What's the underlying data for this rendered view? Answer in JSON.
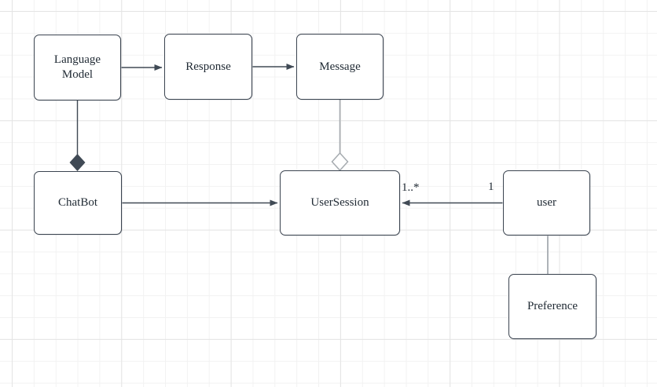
{
  "canvas": {
    "background_color": "#ffffff",
    "grid_minor_color": "#f2f2f2",
    "grid_major_color": "#e4e4e4"
  },
  "palette": {
    "node_border": "#3b4450",
    "node_fill": "#ffffff",
    "edge_dark": "#404a55",
    "edge_gray": "#a6abb0",
    "text": "#212b35"
  },
  "nodes": {
    "language_model": {
      "label": [
        "Language",
        "Model"
      ]
    },
    "response": {
      "label": "Response"
    },
    "message": {
      "label": "Message"
    },
    "chatbot": {
      "label": "ChatBot"
    },
    "user_session": {
      "label": "UserSession"
    },
    "user": {
      "label": "user"
    },
    "preference": {
      "label": "Preference"
    }
  },
  "edges": {
    "language_model_to_response": {
      "type": "directed-association"
    },
    "response_to_message": {
      "type": "directed-association"
    },
    "chatbot_to_usersession": {
      "type": "directed-association"
    },
    "user_to_usersession": {
      "type": "directed-association",
      "source_multiplicity": "1",
      "target_multiplicity": "1..*"
    },
    "languagemodel_chatbot_composition": {
      "type": "composition"
    },
    "message_usersession_aggregation": {
      "type": "aggregation"
    },
    "user_to_preference": {
      "type": "association"
    }
  }
}
